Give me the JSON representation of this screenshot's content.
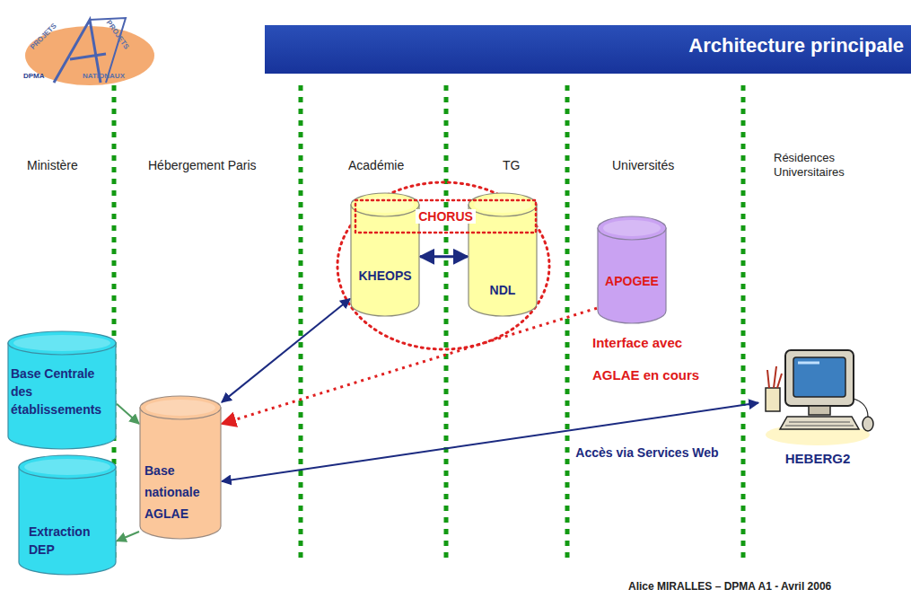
{
  "diagram": {
    "title": "Architecture principale",
    "caption": "Alice MIRALLES – DPMA A1 - Avril 2006",
    "nodes": [
      {
        "text": [
          "Base Centrale des établissements"
        ]
      },
      {
        "text": [
          "Extraction DEP"
        ]
      },
      {
        "text": [
          "Base nationale AGLAE"
        ]
      },
      {
        "text": [
          "CHORUS"
        ]
      },
      {
        "text": [
          "KHEOPS"
        ]
      },
      {
        "text": [
          "NDL"
        ]
      },
      {
        "text": [
          "APOGEE"
        ]
      },
      {
        "text": [
          "HEBERG2"
        ]
      }
    ],
    "edges": [
      {
        "from": 0,
        "to": 2,
        "arrow": "to"
      },
      {
        "from": 2,
        "to": 1,
        "arrow": "to"
      },
      {
        "from": 2,
        "to": 4,
        "arrow": "both"
      },
      {
        "from": 4,
        "to": 5,
        "arrow": "both"
      },
      {
        "from": 6,
        "to": 2,
        "arrow": "to"
      },
      {
        "from": 7,
        "to": 2,
        "arrow": "both"
      }
    ],
    "labels": [
      "PROJETS",
      "PROJETS",
      "NATIONAUX",
      "DPMA",
      "Ministère",
      "Hébergement Paris",
      "Académie",
      "TG",
      "Universités",
      "Résidences Universitaires",
      "Interface avec AGLAE en cours",
      "Accès via Services Web"
    ]
  }
}
